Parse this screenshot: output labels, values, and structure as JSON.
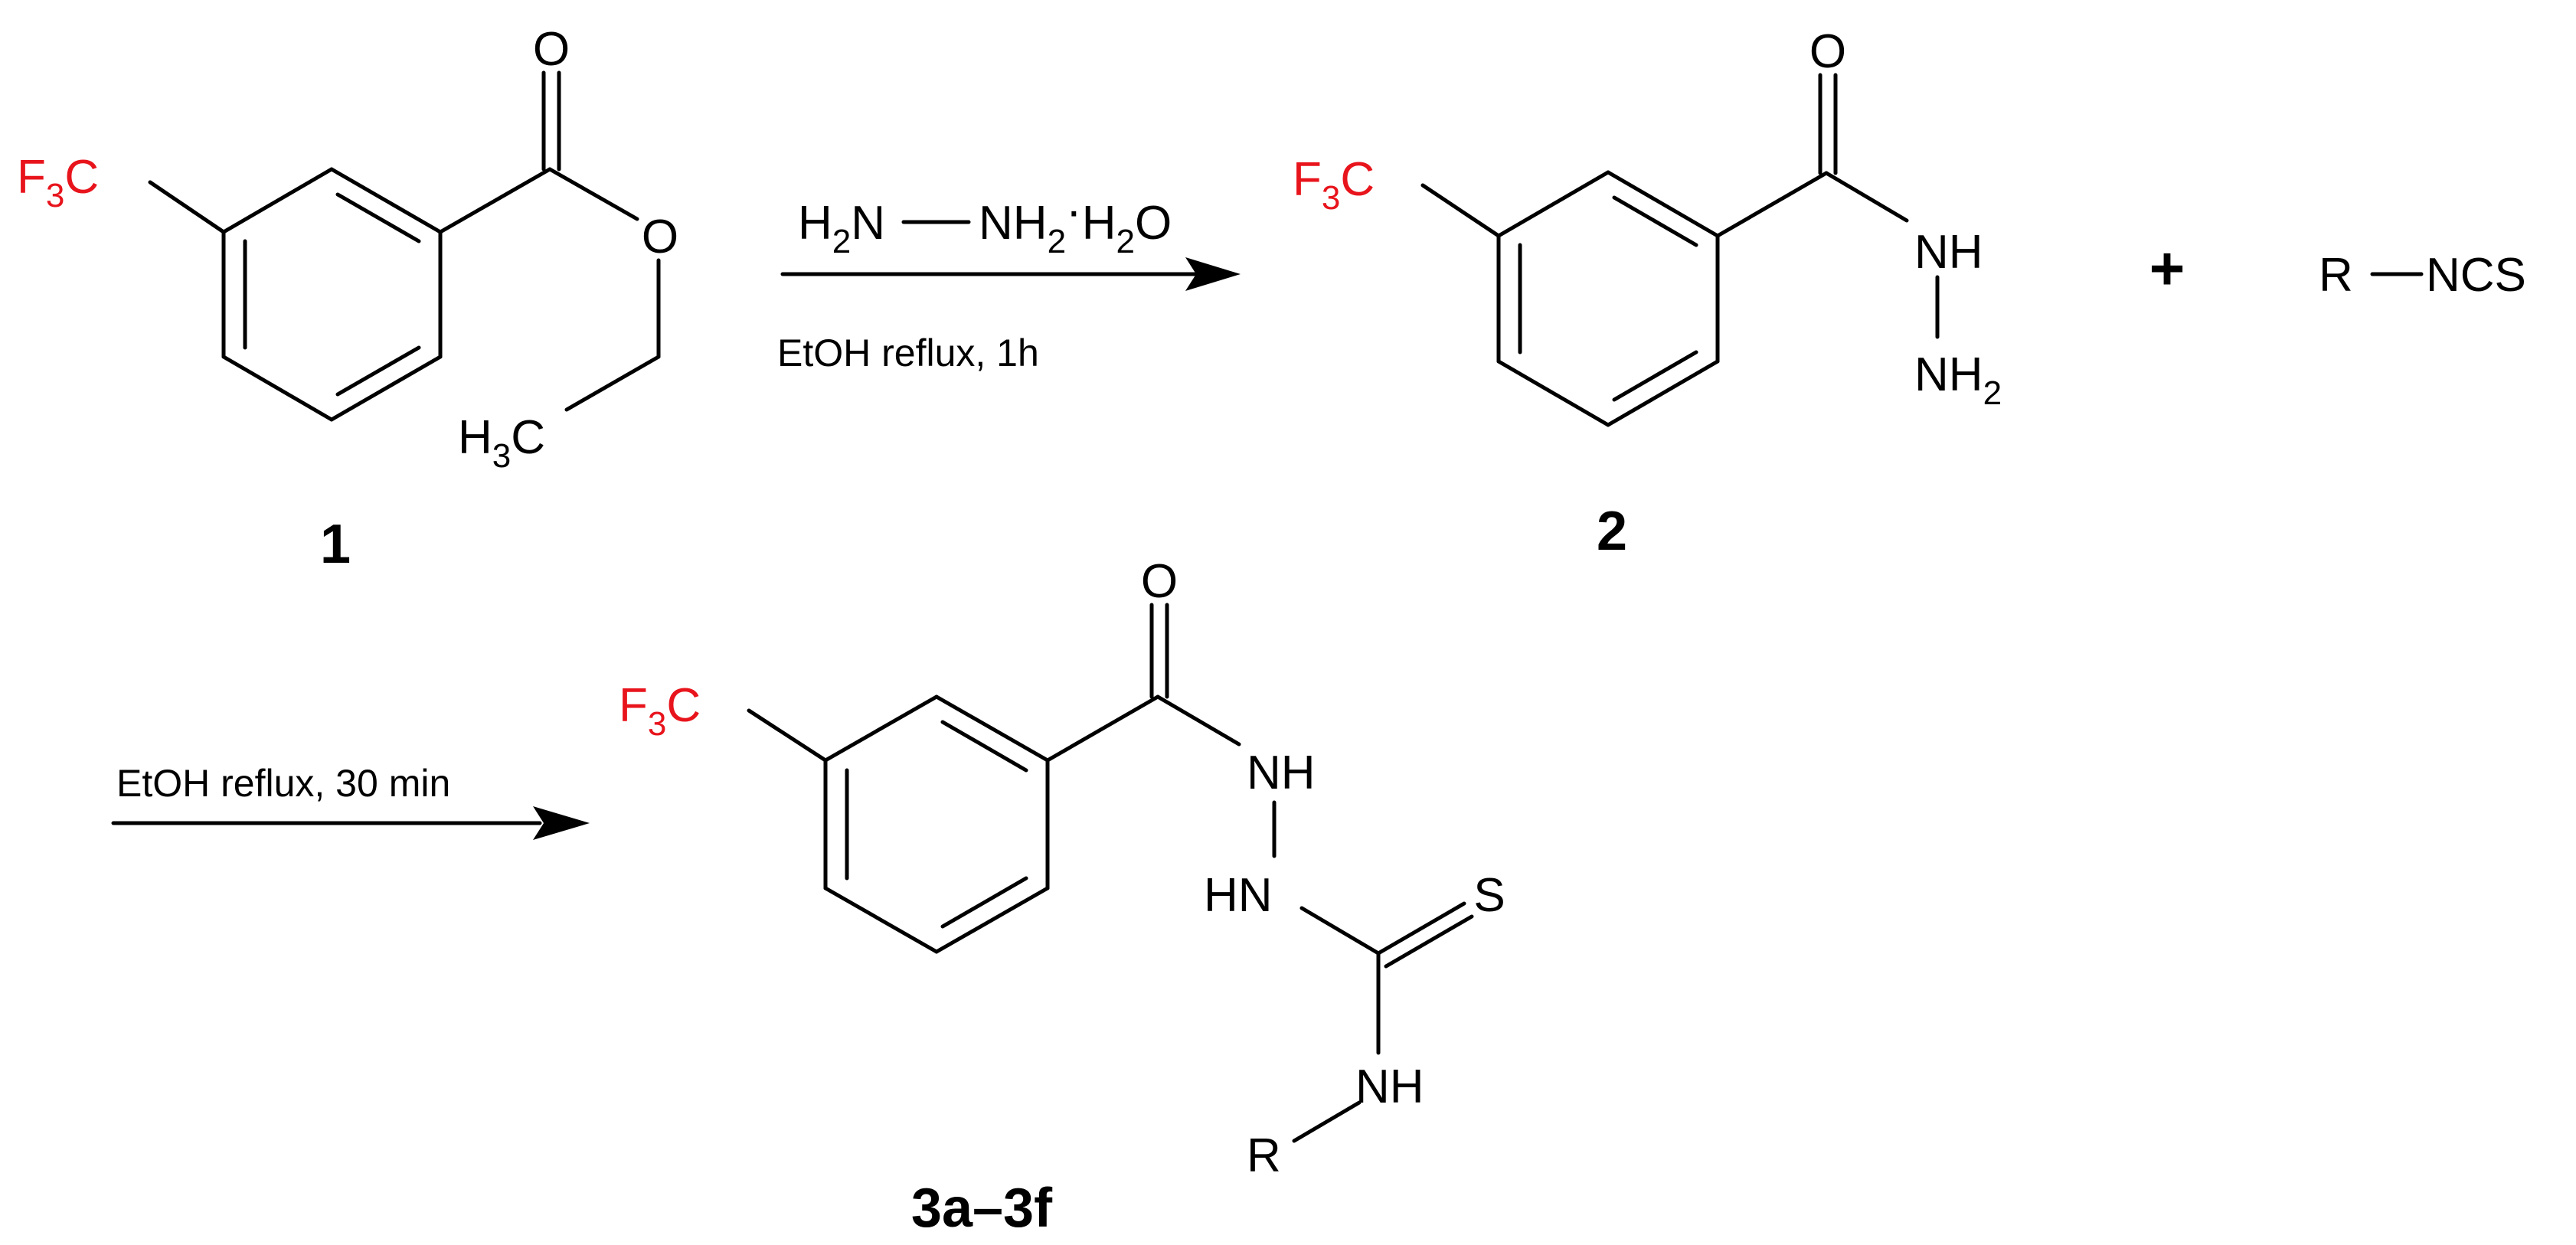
{
  "scheme": {
    "compound1": {
      "label": "1",
      "groups": {
        "cf3_F": "F",
        "cf3_sub": "3",
        "cf3_C": "C",
        "carbonyl_O": "O",
        "ester_O": "O",
        "ch3_H": "H",
        "ch3_sub": "3",
        "ch3_C": "C"
      }
    },
    "step1": {
      "reagent": {
        "h": "H",
        "two": "2",
        "n": "N",
        "nh": "NH",
        "two_b": "2",
        "dot": "·",
        "h2o_h": "H",
        "two_c": "2",
        "h2o_o": "O"
      },
      "conditions": "EtOH reflux, 1h"
    },
    "compound2": {
      "label": "2",
      "groups": {
        "cf3_F": "F",
        "cf3_sub": "3",
        "cf3_C": "C",
        "carbonyl_O": "O",
        "nh": "NH",
        "nh2": "NH",
        "nh2_sub": "2"
      }
    },
    "plus": "+",
    "isothiocyanate": {
      "r": "R",
      "ncs": "NCS"
    },
    "step2": {
      "conditions": "EtOH reflux, 30 min"
    },
    "product": {
      "label": "3a–3f",
      "groups": {
        "cf3_F": "F",
        "cf3_sub": "3",
        "cf3_C": "C",
        "carbonyl_O": "O",
        "nh_top": "NH",
        "hn": "HN",
        "s": "S",
        "nh_bottom": "NH",
        "r": "R"
      }
    },
    "colors": {
      "cf3": "#e8141c",
      "bonds": "#000000"
    }
  }
}
